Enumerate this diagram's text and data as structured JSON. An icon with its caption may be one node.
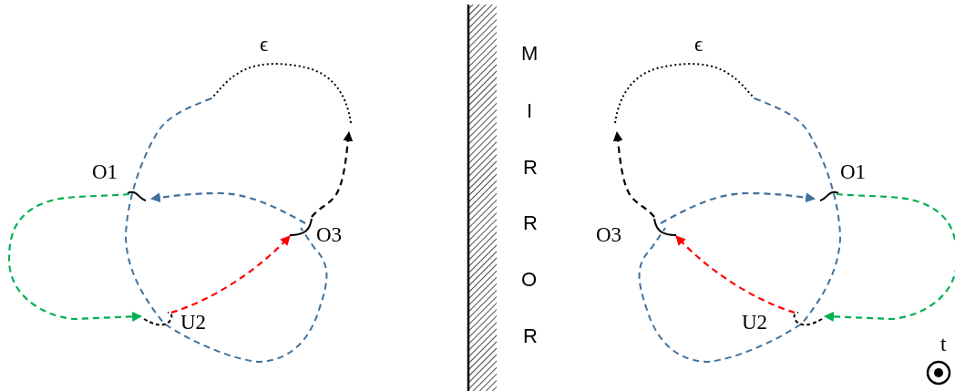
{
  "diagram": {
    "nodes": [
      {
        "text": [
          "O1"
        ]
      },
      {
        "text": [
          "U2"
        ]
      },
      {
        "text": [
          "O3"
        ]
      },
      {
        "text": [
          "ϵ"
        ]
      },
      {
        "text": [
          "O1"
        ]
      },
      {
        "text": [
          "U2"
        ]
      },
      {
        "text": [
          "O3"
        ]
      },
      {
        "text": [
          "ϵ"
        ]
      }
    ],
    "edges": [
      {
        "from": 0,
        "to": 1,
        "arrow": "to",
        "color": "#00b050"
      },
      {
        "from": 2,
        "to": 0,
        "arrow": "to",
        "color": "#41719c"
      },
      {
        "from": 1,
        "to": 2,
        "arrow": "to",
        "color": "#ff0000"
      },
      {
        "from": 2,
        "to": 3,
        "arrow": "to",
        "color": "#000000"
      },
      {
        "from": 4,
        "to": 5,
        "arrow": "to",
        "color": "#00b050"
      },
      {
        "from": 6,
        "to": 4,
        "arrow": "to",
        "color": "#41719c"
      },
      {
        "from": 5,
        "to": 6,
        "arrow": "to",
        "color": "#ff0000"
      },
      {
        "from": 6,
        "to": 7,
        "arrow": "to",
        "color": "#000000"
      }
    ],
    "labels": [
      "M",
      "I",
      "R",
      "R",
      "O",
      "R",
      "t"
    ]
  }
}
